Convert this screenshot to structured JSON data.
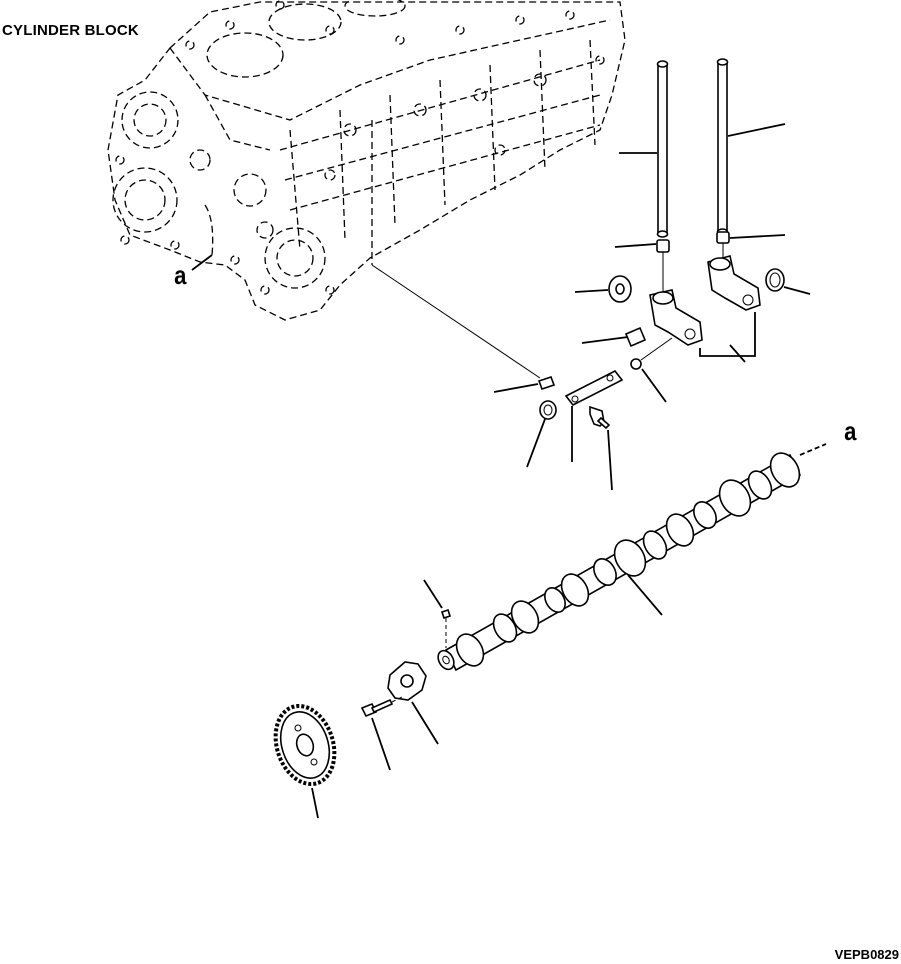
{
  "diagram": {
    "title": "CYLINDER BLOCK",
    "drawing_code": "VEPB0829",
    "callout_a_left": "a",
    "callout_a_right": "a"
  }
}
